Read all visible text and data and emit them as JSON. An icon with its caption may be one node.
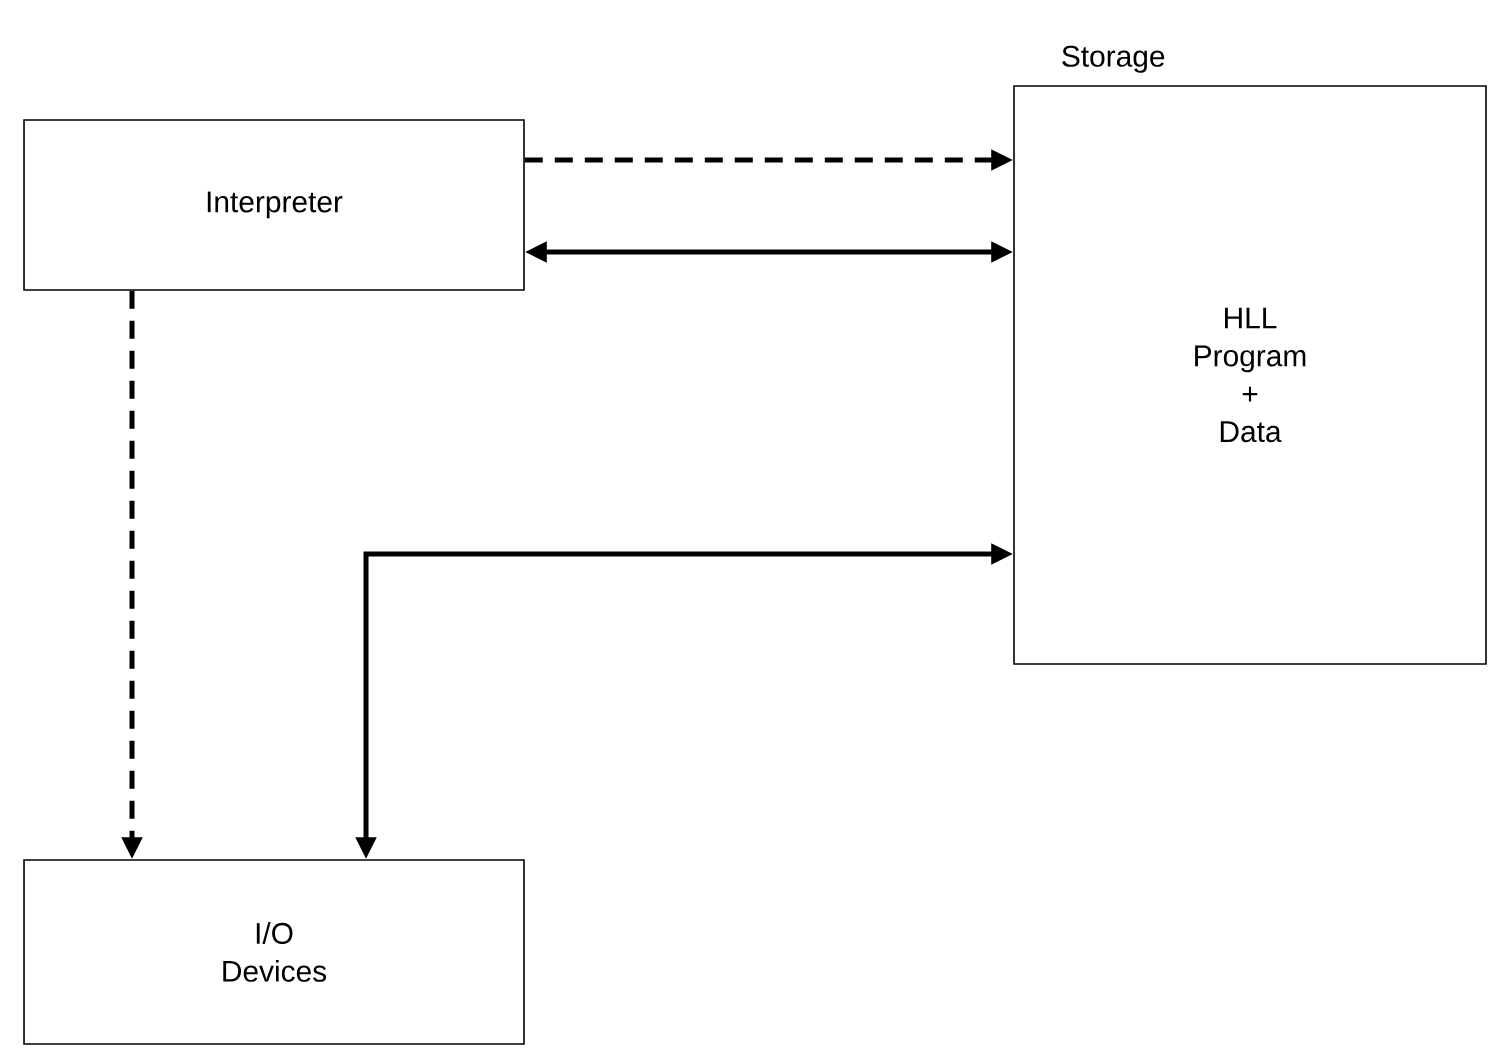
{
  "diagram": {
    "nodes": [
      {
        "text": [
          "Interpreter"
        ]
      },
      {
        "text": [
          "Storage",
          "HLL Program + Data"
        ]
      },
      {
        "text": [
          "I/O Devices"
        ]
      }
    ],
    "edges": [
      {
        "from": 0,
        "to": 1,
        "arrow": "to",
        "style": "dashed"
      },
      {
        "from": 0,
        "to": 1,
        "arrow": "both"
      },
      {
        "from": 0,
        "to": 2,
        "arrow": "to",
        "style": "dashed"
      },
      {
        "from": 2,
        "to": 1,
        "arrow": "both"
      }
    ]
  }
}
